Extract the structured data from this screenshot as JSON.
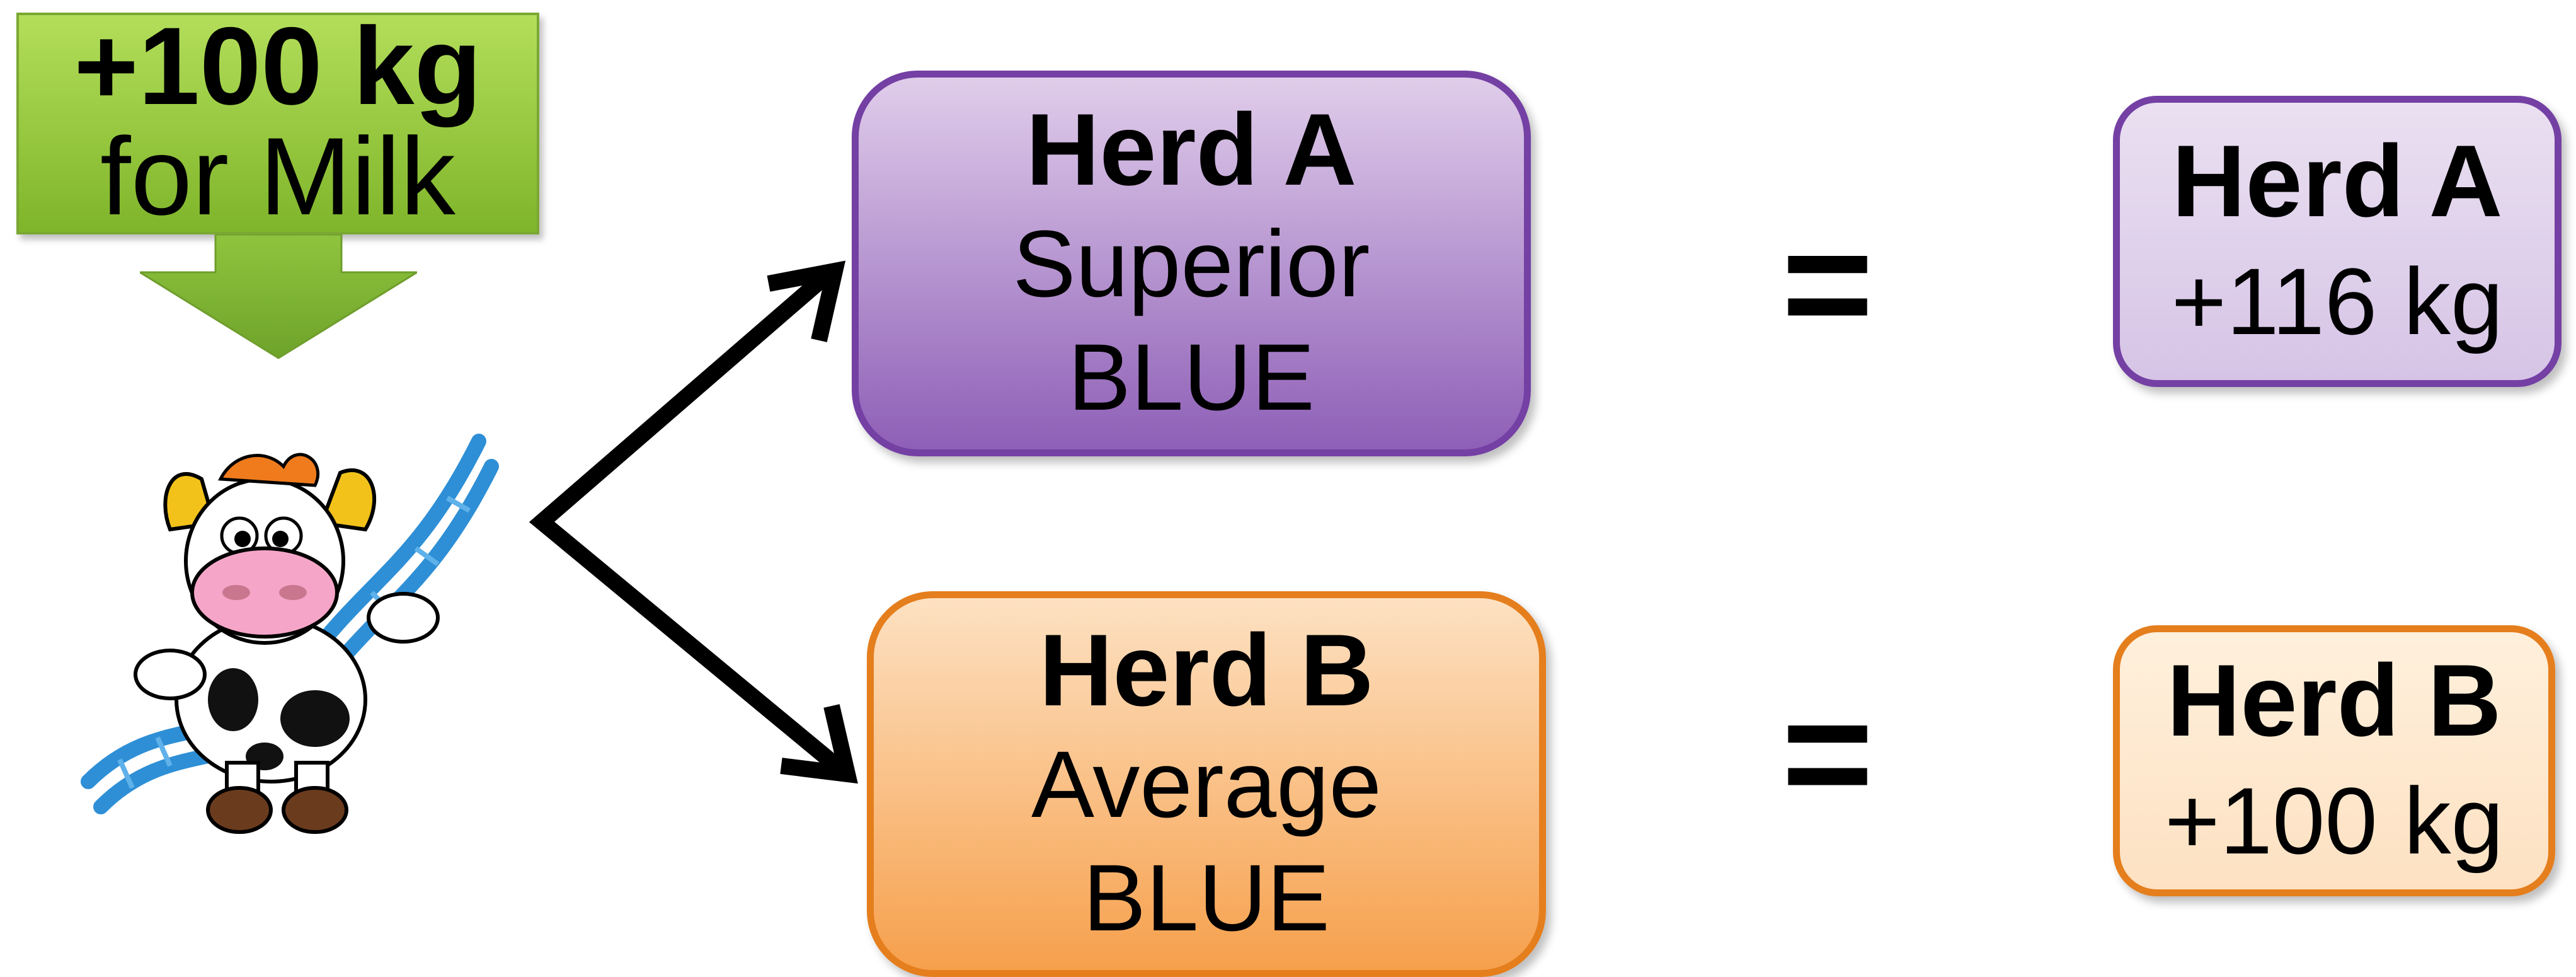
{
  "callout": {
    "line1": "+100 kg",
    "line2": "for Milk"
  },
  "herd_a": {
    "name": "Herd A",
    "rank": "Superior",
    "metric": "BLUE",
    "result": "+116 kg"
  },
  "herd_b": {
    "name": "Herd B",
    "rank": "Average",
    "metric": "BLUE",
    "result": "+100 kg"
  },
  "equals": "=",
  "colors": {
    "green": "#8cc33a",
    "purple": "#7440a4",
    "orange": "#e57e1d",
    "dna_blue": "#2e8fd6"
  },
  "icons": [
    "cow-with-dna-icon",
    "arrow-down-icon",
    "branch-arrows"
  ]
}
